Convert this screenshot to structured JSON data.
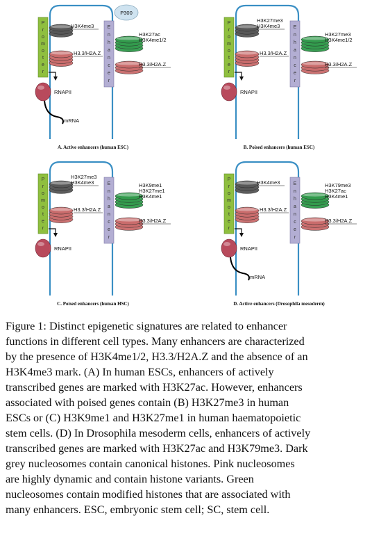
{
  "figure": {
    "panels": [
      {
        "caption": "A. Active enhancers (human ESC)",
        "promoter_marks": [
          "H3K4me3"
        ],
        "promoter_variant": "H3.3/H2A.Z",
        "enhancer_marks": [
          "H3K27ac",
          "H3K4me1/2"
        ],
        "enhancer_variant": "H3.3/H2A.Z",
        "polymerase": "RNAPII",
        "transcript": "mRNA",
        "coactivator": "P300"
      },
      {
        "caption": "B. Poised enhancers (human ESC)",
        "promoter_marks": [
          "H3K27me3",
          "H3K4me3"
        ],
        "promoter_variant": "H3.3/H2A.Z",
        "enhancer_marks": [
          "H3K27me3",
          "H3K4me1/2"
        ],
        "enhancer_variant": "H3.3/H2A.Z",
        "polymerase": "RNAPII"
      },
      {
        "caption": "C. Poised enhancers (human HSC)",
        "promoter_marks": [
          "H3K27me3",
          "H3K4me3"
        ],
        "promoter_variant": "H3.3/H2A.Z",
        "enhancer_marks": [
          "H3K9me1",
          "H3K27me1",
          "H3K4me1"
        ],
        "enhancer_variant": "H3.3/H2A.Z",
        "polymerase": "RNAPII"
      },
      {
        "caption": "D. Active enhancers (Drosophila mesoderm)",
        "promoter_marks": [
          "H3K4me3"
        ],
        "promoter_variant": "H3.3/H2A.Z",
        "enhancer_marks": [
          "H3K79me3",
          "H3K27ac",
          "H3K4me1"
        ],
        "enhancer_variant": "H3.3/H2A.Z",
        "polymerase": "RNAPII",
        "transcript": "mRNA"
      }
    ],
    "promoter_letters": [
      "P",
      "r",
      "o",
      "m",
      "o",
      "t",
      "e",
      "r"
    ],
    "enhancer_letters": [
      "E",
      "n",
      "h",
      "a",
      "n",
      "c",
      "e",
      "r"
    ],
    "colors": {
      "dna": "#3a8fc4",
      "promoter_bar": "#8fbf3f",
      "enhancer_bar": "#b3aed3",
      "canonical_nucleosome": "#555555",
      "variant_nucleosome": "#c96a6a",
      "modified_nucleosome": "#2f9a4a",
      "rnapii": "#b84a5c",
      "p300": "#cfe3f0"
    }
  },
  "caption_lines": [
    "Figure 1: Distinct epigenetic signatures are related to enhancer",
    "functions in different cell types. Many enhancers are characterized",
    "by the presence of H3K4me1/2, H3.3/H2A.Z and the absence of an",
    "H3K4me3 mark. (A) In human ESCs, enhancers of actively",
    "transcribed genes are marked with H3K27ac. However, enhancers",
    "associated with poised genes contain (B) H3K27me3 in human",
    "ESCs or (C) H3K9me1 and H3K27me1 in human haematopoietic",
    "stem cells. (D) In Drosophila mesoderm cells, enhancers of actively",
    "transcribed genes are marked with H3K27ac and H3K79me3. Dark",
    "grey nucleosomes contain canonical histones. Pink nucleosomes",
    "are highly dynamic and contain histone variants. Green",
    "nucleosomes contain modified histones that are associated with",
    "many enhancers. ESC, embryonic stem cell; SC, stem cell."
  ]
}
